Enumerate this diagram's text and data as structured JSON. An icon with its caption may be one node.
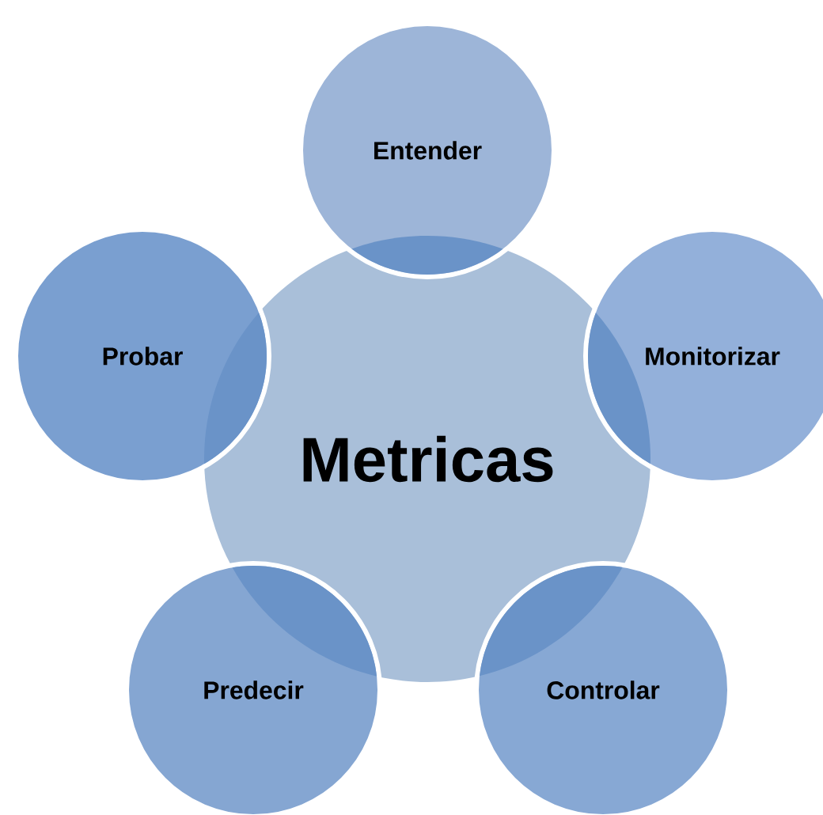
{
  "diagram": {
    "nodes": [
      {
        "text": [
          "Metricas"
        ]
      },
      {
        "text": [
          "Entender"
        ]
      },
      {
        "text": [
          "Monitorizar"
        ]
      },
      {
        "text": [
          "Controlar"
        ]
      },
      {
        "text": [
          "Predecir"
        ]
      },
      {
        "text": [
          "Probar"
        ]
      }
    ]
  }
}
